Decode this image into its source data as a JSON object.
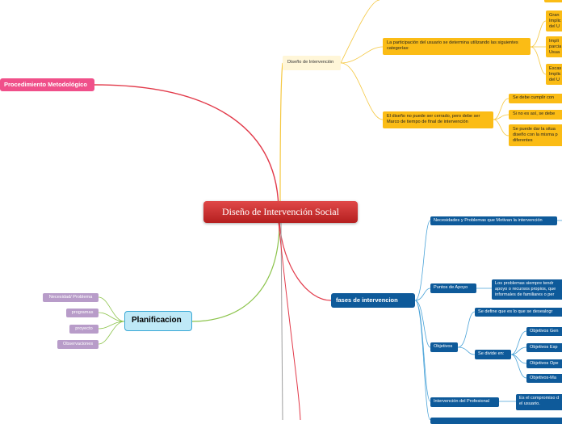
{
  "central": "Diseño de Intervención Social",
  "procedimiento": "Procedimiento Metodológico",
  "planificacion": {
    "label": "Planificacion",
    "items": [
      "Necesidad/ Problema",
      "programas",
      "proyecto",
      "Observaciones"
    ]
  },
  "diseno": {
    "label": "Diseño de Intervención",
    "participacion": "La participación del usuario se determina utilizando las siguientes categorías:",
    "categorias": [
      "Gran Implic del U",
      "Impli parcia Usua",
      "Escas Implic del U"
    ],
    "cerrado": "El diseño no puede ser cerrado, pero debe ser Marco de tiempo de final de intervención",
    "cerrado_items": [
      "Se debe  cumplir con",
      "Si no es así, se debe",
      "Se puede dar la situa diseño con la misma p diferentes"
    ]
  },
  "fases": {
    "label": "fases de intervencion",
    "necesidades": "Necesidades y Problemas que Motivan la intervención",
    "puntos": "Puntos de Apoyo",
    "puntos_detail": "Los problemas siempre tendr apoyo o recursos propios, que informales de familiares o per",
    "objetivos": "Objetivos",
    "define": "Se define  que es lo que se desealogr",
    "divide": "Se divide en:",
    "objetivos_items": [
      "Objetivos Gen",
      "Objetivos Esp",
      "Objetivos Ope",
      "Objetivos-Ma"
    ],
    "intervencion": "Intervención del Profesional",
    "compromiso": "Es el compromiso d el usuario."
  },
  "colors": {
    "central": "#c62828",
    "pink": "#f0508a",
    "cyan": "#bfe9f7",
    "purple": "#b89cc9",
    "yellow": "#fbbc15",
    "blue": "#0e5a9a"
  }
}
